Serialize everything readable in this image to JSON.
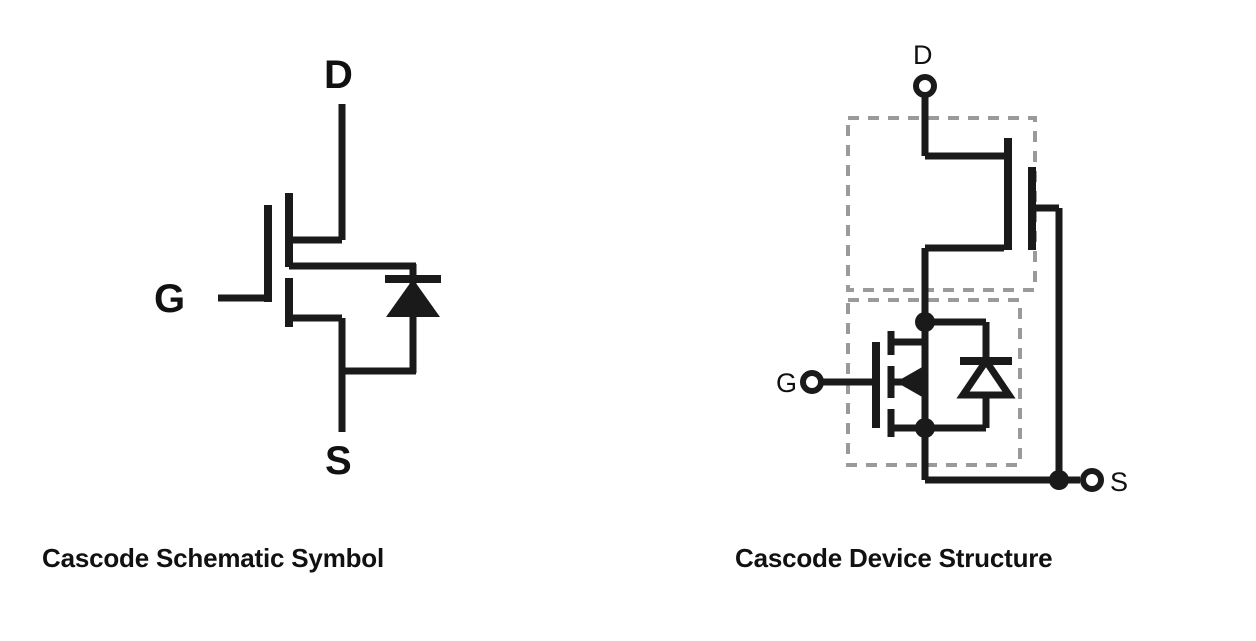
{
  "figure": {
    "type": "electronic-schematic",
    "background_color": "#ffffff",
    "line_color": "#1a1a1a",
    "dashed_box_color": "#9a9a9a",
    "panels": [
      {
        "id": "left",
        "caption": "Cascode Schematic Symbol",
        "terminals": [
          {
            "name": "D",
            "label": "D",
            "position": "top"
          },
          {
            "name": "G",
            "label": "G",
            "position": "left"
          },
          {
            "name": "S",
            "label": "S",
            "position": "bottom"
          }
        ],
        "components": [
          {
            "type": "mosfet",
            "channel": "n-channel",
            "body_diode": true
          }
        ]
      },
      {
        "id": "right",
        "caption": "Cascode Device Structure",
        "terminals": [
          {
            "name": "D",
            "label": "D",
            "position": "top"
          },
          {
            "name": "G",
            "label": "G",
            "position": "left"
          },
          {
            "name": "S",
            "label": "S",
            "position": "bottom-right"
          }
        ],
        "components": [
          {
            "type": "jfet",
            "enclosure": "dashed-box-top",
            "role": "high-voltage-depletion-device"
          },
          {
            "type": "mosfet",
            "channel": "n-channel",
            "body_diode": true,
            "enclosure": "dashed-box-bottom",
            "role": "low-voltage-silicon-mosfet"
          }
        ]
      }
    ]
  }
}
